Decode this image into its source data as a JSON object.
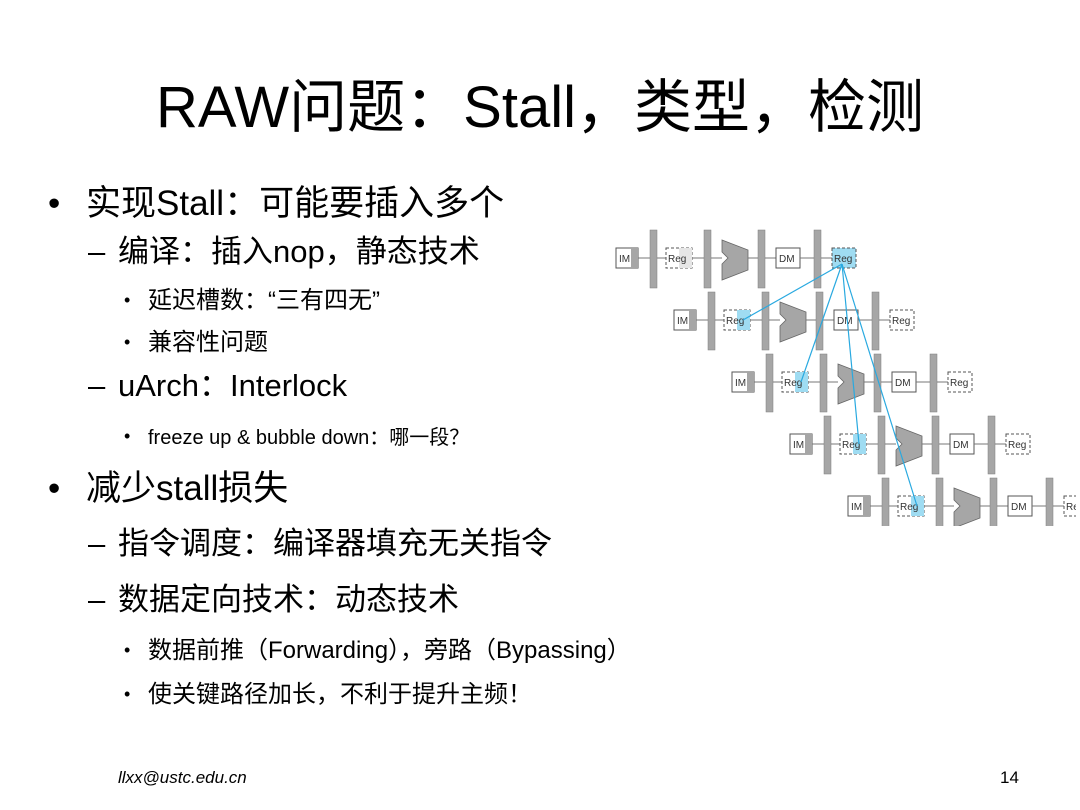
{
  "slide": {
    "title": "RAW问题：Stall，类型，检测",
    "bullets": [
      {
        "marker": "•",
        "text": "实现Stall：可能要插入多个"
      },
      {
        "marker": "–",
        "text": "编译：插入nop，静态技术"
      },
      {
        "marker": "•",
        "text": "延迟槽数：“三有四无”"
      },
      {
        "marker": "•",
        "text": "兼容性问题"
      },
      {
        "marker": "–",
        "text": "uArch：Interlock"
      },
      {
        "marker": "•",
        "text": "freeze up & bubble down：哪一段？"
      },
      {
        "marker": "•",
        "text": "减少stall损失"
      },
      {
        "marker": "–",
        "text": "指令调度：编译器填充无关指令"
      },
      {
        "marker": "–",
        "text": "数据定向技术：动态技术"
      },
      {
        "marker": "•",
        "text": "数据前推（Forwarding），旁路（Bypassing）"
      },
      {
        "marker": "•",
        "text": "使关键路径加长，不利于提升主频！"
      }
    ],
    "footer": {
      "email": "llxx@ustc.edu.cn",
      "page_number": "14"
    }
  },
  "pipeline_diagram": {
    "labels": {
      "im": "IM",
      "reg": "Reg",
      "dm": "DM"
    },
    "rows": 5,
    "colors": {
      "stage_fill": "#a6a6a6",
      "register_read_highlight": "#9fdcf2",
      "forwarding_line": "#29a9e0",
      "outline": "#555555"
    }
  }
}
